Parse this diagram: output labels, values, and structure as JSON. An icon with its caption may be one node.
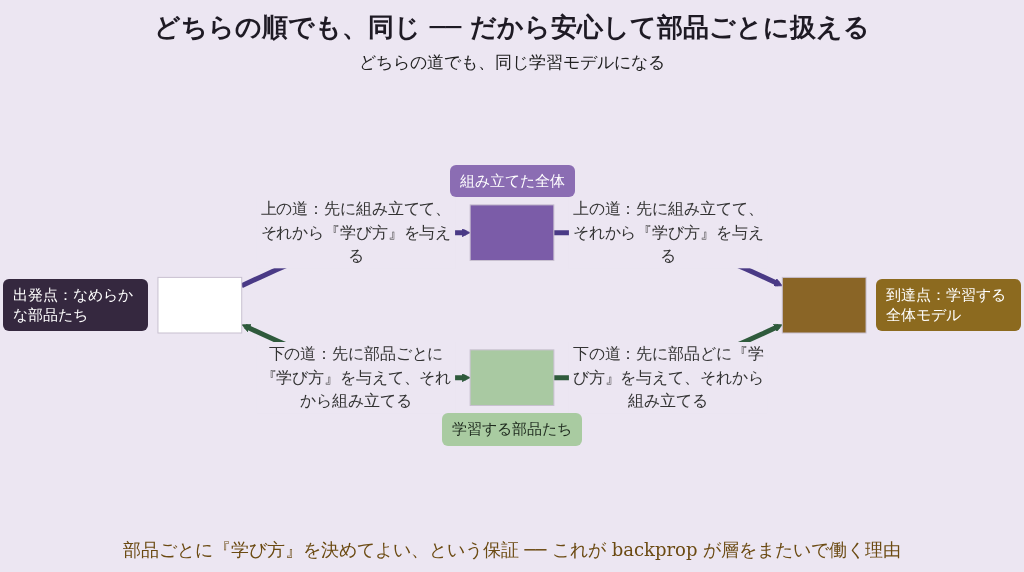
{
  "diagram": {
    "title": "どちらの順でも、同じ ── だから安心して部品ごとに扱える",
    "caption": "部品ごとに『学び方』を決めてよい、という保証 ── これが backprop が層をまたいで働く理由",
    "nodes": [
      {
        "text": [],
        "shape": "box",
        "beside": [
          "出発点：なめらかな部品たち"
        ]
      },
      {
        "text": [],
        "shape": "box",
        "beside": [
          "組み立てた全体"
        ]
      },
      {
        "text": [],
        "shape": "box",
        "beside": [
          "学習する部品たち"
        ]
      },
      {
        "text": [],
        "shape": "box",
        "beside": [
          "到達点：学習する全体モデル"
        ]
      }
    ],
    "edges": [
      {
        "from": 0,
        "to": 1,
        "arrow": "to",
        "label": "上の道：先に組み立てて、それから『学び方』を与える",
        "color": "#4a3a86"
      },
      {
        "from": 1,
        "to": 3,
        "arrow": "to",
        "label": "上の道：先に組み立てて、それから『学び方』を与える",
        "color": "#4a3a86"
      },
      {
        "from": 0,
        "to": 2,
        "arrow": "both",
        "label": "下の道：先に部品ごとに『学び方』を与えて、それから組み立てる",
        "color": "#2f5a3c"
      },
      {
        "from": 2,
        "to": 3,
        "arrow": "to",
        "label": "下の道：先に部品どに『学び方』を与えて、それから組み立てる",
        "color": "#2f5a3c"
      }
    ],
    "labels": [
      "どちらの道でも、同じ学習モデルになる"
    ]
  }
}
